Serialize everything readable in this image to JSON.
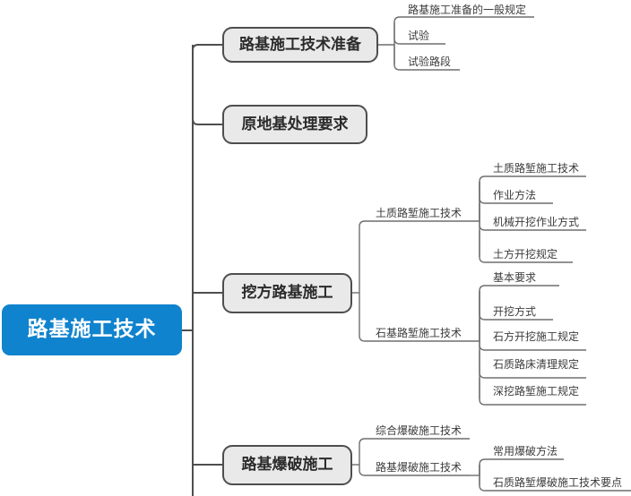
{
  "page": {
    "title": "路基施工技术",
    "background": "#ffffff",
    "accent_color": "#1083ce",
    "node_fill": "#e9e9e9",
    "node_border": "#4e4e4e",
    "line_color": "#4e4e4e",
    "text_color": "#3b3b3b"
  },
  "root": {
    "label": "路基施工技术"
  },
  "branches": [
    {
      "label": "路基施工技术准备",
      "children": [
        {
          "label": "路基施工准备的一般规定"
        },
        {
          "label": "试验"
        },
        {
          "label": "试验路段"
        }
      ]
    },
    {
      "label": "原地基处理要求",
      "children": []
    },
    {
      "label": "挖方路基施工",
      "children": [
        {
          "label": "土质路堑施工技术",
          "children": [
            {
              "label": "土质路堑施工技术"
            },
            {
              "label": "作业方法"
            },
            {
              "label": "机械开挖作业方式"
            },
            {
              "label": "土方开挖规定"
            }
          ]
        },
        {
          "label": "石基路堑施工技术",
          "children": [
            {
              "label": "基本要求"
            },
            {
              "label": "开挖方式"
            },
            {
              "label": "石方开挖施工规定"
            },
            {
              "label": "石质路床清理规定"
            },
            {
              "label": "深挖路堑施工规定"
            }
          ]
        }
      ]
    },
    {
      "label": "路基爆破施工",
      "children": [
        {
          "label": "综合爆破施工技术",
          "children": []
        },
        {
          "label": "路基爆破施工技术",
          "children": [
            {
              "label": "常用爆破方法"
            },
            {
              "label": "石质路堑爆破施工技术要点"
            }
          ]
        }
      ]
    }
  ]
}
